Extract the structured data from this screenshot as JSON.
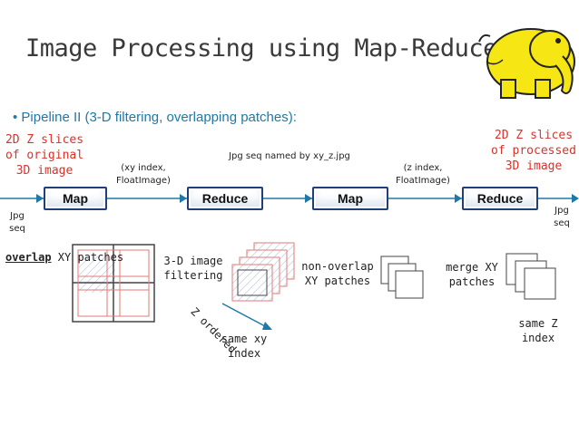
{
  "slide": {
    "title": "Image Processing using Map-Reduce",
    "bullet": "• Pipeline II (3-D filtering, overlapping patches):",
    "input_label": "2D Z slices of original 3D image",
    "output_label": "2D Z slices of processed 3D image"
  },
  "pipeline": {
    "map1": "Map",
    "reduce1": "Reduce",
    "map2": "Map",
    "reduce2": "Reduce",
    "edge1": "(xy index, FloatImage)",
    "edge2": "Jpg seq named by xy_z.jpg",
    "edge3": "(z index, FloatImage)",
    "in_seq": "Jpg seq",
    "out_seq": "Jpg seq"
  },
  "steps": {
    "overlap_bold": "overlap",
    "overlap_rest": " XY patches",
    "filtering": "3-D image filtering",
    "z_ordered": "Z ordered",
    "same_xy": "same xy index",
    "non_overlap": "non-overlap XY patches",
    "merge": "merge XY patches",
    "same_z": "same Z index"
  },
  "colors": {
    "red": "#d9322a",
    "blue": "#1f78a8",
    "box_border": "#1f3f7a"
  }
}
